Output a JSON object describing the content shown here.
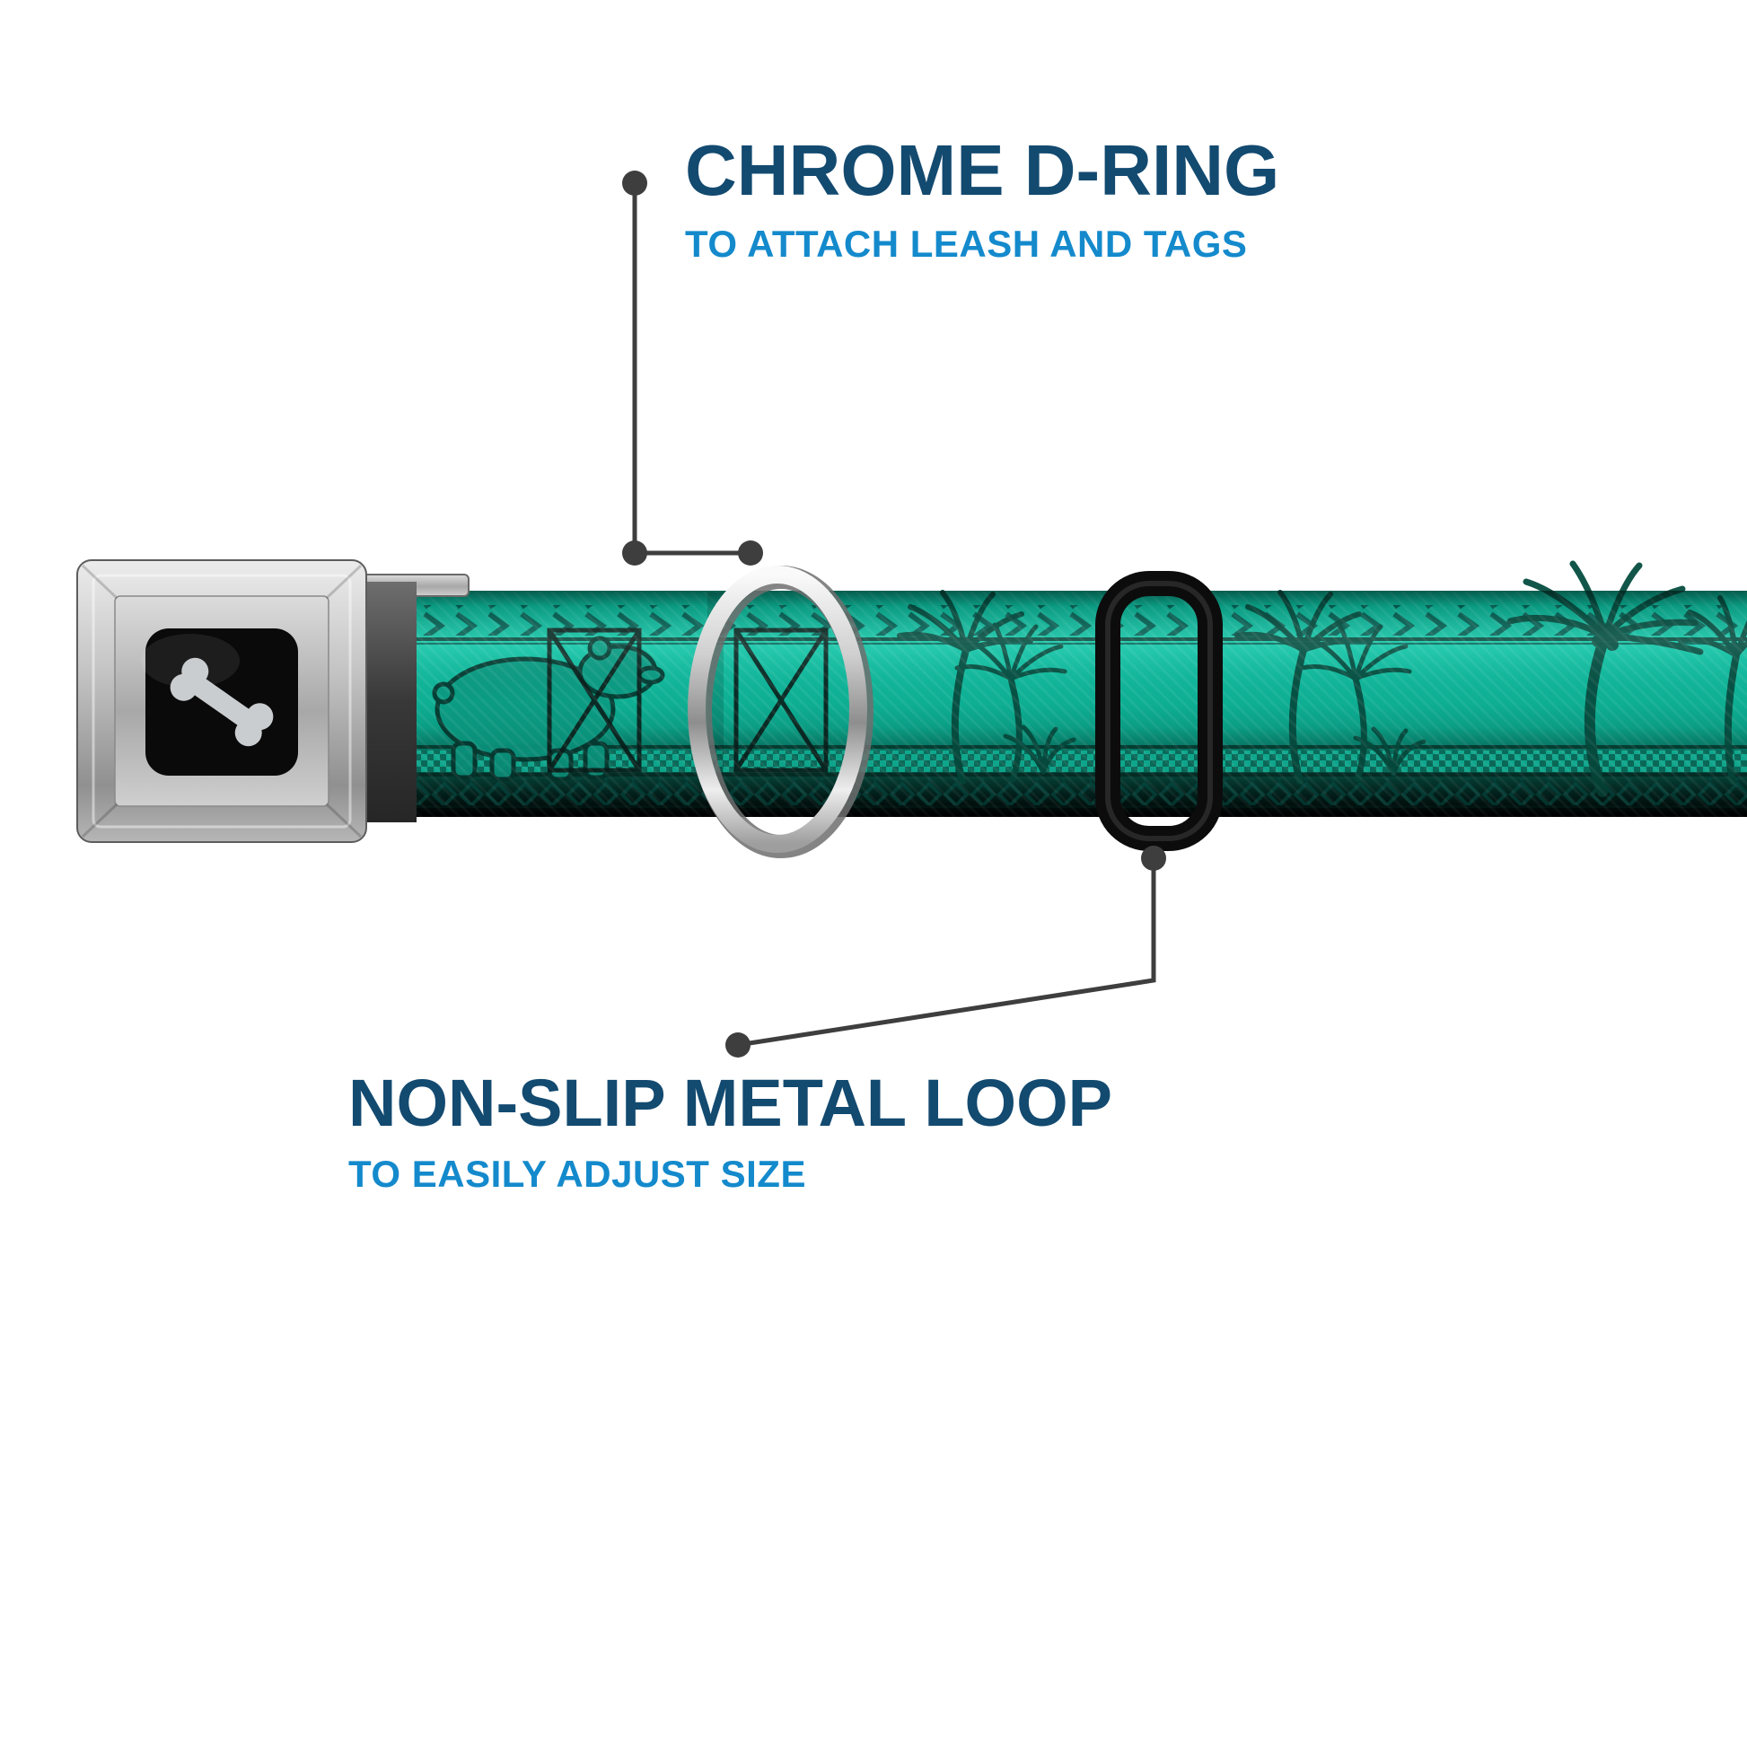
{
  "callouts": {
    "d_ring": {
      "title": "CHROME D-RING",
      "subtitle": "TO ATTACH LEASH AND TAGS"
    },
    "metal_loop": {
      "title": "NON-SLIP METAL LOOP",
      "subtitle": "TO EASILY ADJUST SIZE"
    }
  },
  "product": {
    "parts": {
      "buckle": "seatbelt-buckle",
      "buckle_icon": "dog-bone-icon",
      "ring": "chrome-d-ring",
      "loop": "metal-slider-loop",
      "strap": "patterned-strap"
    }
  },
  "colors": {
    "background": "#ffffff",
    "title_text": "#134a70",
    "subtitle_text": "#148acc",
    "callout_line": "#3e3e3e",
    "strap_teal": "#0fae93",
    "strap_pattern_dark": "#05443a",
    "buckle_silver": "#bcbcbc",
    "buckle_center_black": "#0a0a0a",
    "bone_icon_gray": "#c9cdd0",
    "loop_black": "#0c0c0c",
    "ring_chrome": "#cfcfcf"
  }
}
